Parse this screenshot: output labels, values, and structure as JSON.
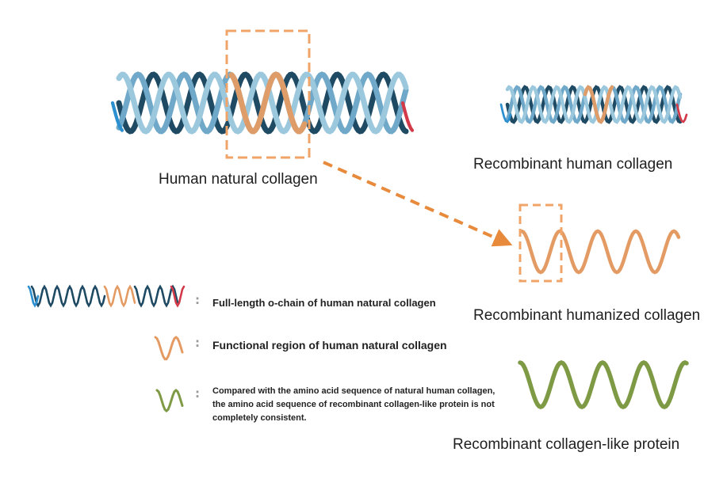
{
  "labels": {
    "natural": "Human natural collagen",
    "recombinant_human": "Recombinant human collagen",
    "humanized": "Recombinant humanized collagen",
    "collagen_like": "Recombinant collagen-like protein"
  },
  "legend": {
    "separator": ":",
    "items": [
      {
        "text": "Full-length o-chain of human natural collagen"
      },
      {
        "text": "Functional region of human natural collagen"
      },
      {
        "text": "Compared with the amino acid sequence of natural human collagen, the amino acid sequence of recombinant collagen-like protein is not completely consistent."
      }
    ]
  },
  "colors": {
    "helix_dark": "#1e4a63",
    "helix_light": "#6fa8c8",
    "helix_light_2": "#9cc8de",
    "functional_orange": "#e49b63",
    "functional_orange_light": "#f2c9a5",
    "collagen_like_green": "#7f9a45",
    "end_red": "#d23a4a",
    "end_blue": "#2c8fcf",
    "callout_orange": "#e88a3c"
  }
}
